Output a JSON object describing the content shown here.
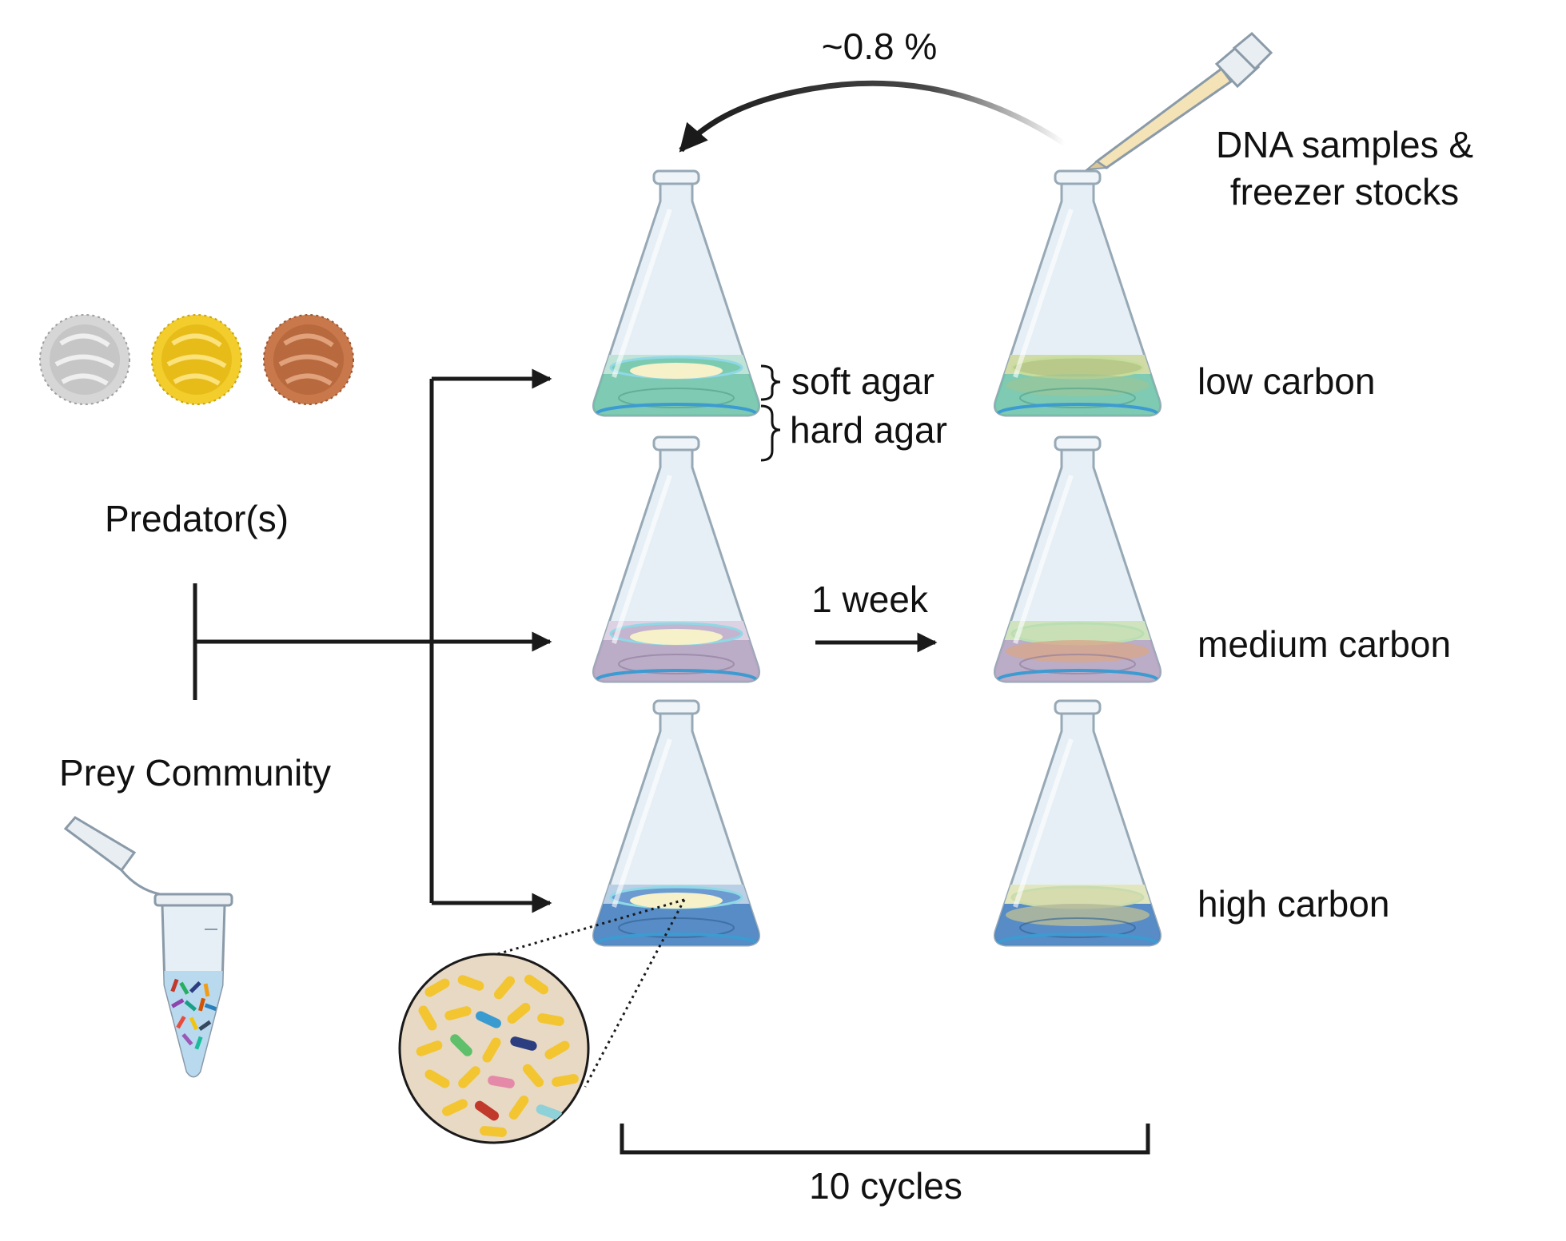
{
  "labels": {
    "transfer_percent": "~0.8 %",
    "dna_samples_line1": "DNA samples &",
    "dna_samples_line2": "freezer stocks",
    "soft_agar": "soft agar",
    "hard_agar": "hard agar",
    "low_carbon": "low carbon",
    "medium_carbon": "medium carbon",
    "high_carbon": "high carbon",
    "predators": "Predator(s)",
    "prey_community": "Prey Community",
    "one_week": "1 week",
    "ten_cycles": "10 cycles"
  },
  "colors": {
    "low_carbon_medium": "#6cc3a6",
    "medium_carbon_medium": "#b6a4c2",
    "high_carbon_medium": "#4f86c3",
    "soft_agar_top": "#f6f1c9",
    "low_carbon_after": "#b8c98a",
    "medium_carbon_after": "#d8a88c",
    "high_carbon_after": "#b4ba9a",
    "glass": "#dfeaf1",
    "glass_edge": "#97a9b6",
    "predator_white": "#d6d6d6",
    "predator_yellow": "#f2cd2c",
    "predator_orange": "#c8784a",
    "arrow": "#1a1a1a",
    "zoom_background": "#e8d9c4",
    "bacteria_main": "#f2c531"
  },
  "icons": [
    "erlenmeyer-flask-icon",
    "pipette-icon",
    "microcentrifuge-tube-icon",
    "predator-amoeba-icon",
    "bacteria-zoom-icon"
  ]
}
